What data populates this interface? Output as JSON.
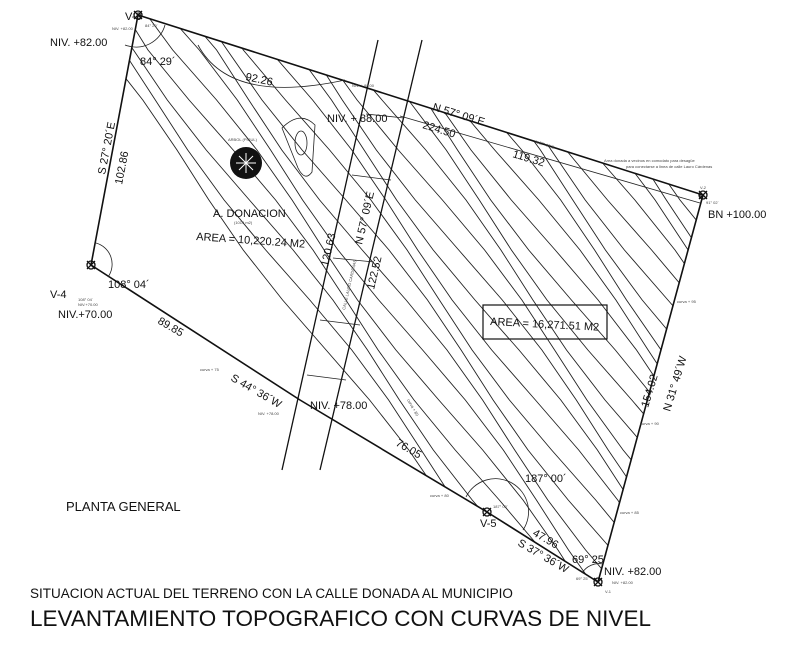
{
  "vertices": {
    "v1": {
      "label": "V-1",
      "level": "NIV. +82.00",
      "angle": "69° 25´",
      "level_small": "NIV. +82.00",
      "angle_small": "69° 25´"
    },
    "v2": {
      "label": "V-2",
      "level": "BN +100.00",
      "angle_small": "91° 02´"
    },
    "v3": {
      "label": "V-3",
      "level": "NIV. +82.00",
      "angle": "84° 29´",
      "angle_small": "84° 29´",
      "level_small": "NIV. +82.00"
    },
    "v4": {
      "label": "V-4",
      "level": "NIV.+70.00",
      "angle": "108° 04´",
      "angle_small": "108° 04´",
      "level_small": "NIV.+70.00"
    },
    "v5": {
      "label": "V-5",
      "angle": "187° 00´",
      "angle_small": "187° 00´"
    }
  },
  "levels": {
    "road_top": "NIV. + 88.00",
    "road_top_small": "NIV. + 88.00",
    "road_bottom": "NIV. +78.00",
    "road_bottom_small": "NIV. +78.00"
  },
  "bearings": {
    "north_top": "N 57° 09´E",
    "north_top_small": "N 57° 09´E",
    "west": "S 27° 20´E",
    "road": "N 57° 09´E",
    "south_left": "S 44° 36´W",
    "south_right": "S 37° 36´W",
    "east": "N 31° 49´W"
  },
  "distances": {
    "d1": "92.26",
    "d2": "224.50",
    "d3": "119.32",
    "d4": "102.86",
    "d5": "120.63",
    "d6": "122.52",
    "d7": "89.85",
    "d8": "76.05",
    "d9": "47.96",
    "d10": "154.02"
  },
  "curves": {
    "c75": "curva + 75",
    "c80": "curva + 80",
    "c85": "curva + 85",
    "c90": "curva + 90",
    "c95": "curva + 95"
  },
  "areas": {
    "donation_title": "A. DONACION",
    "donation_sub": "(1019 m2)",
    "donation_area": "AREA = 10,220.24 M2",
    "main_area": "AREA = 16,271.51 M2"
  },
  "street": "CALLE LAURO CARDENAS",
  "tree": "ARBOL (PIRUL)",
  "note": {
    "line1": "Area donada a vecinos en comodato para desagüe",
    "line2": "para conectarse a linea de calle Lauro Cárdenas"
  },
  "plan_label": "PLANTA GENERAL",
  "subtitle": "SITUACION ACTUAL DEL TERRENO CON LA CALLE DONADA AL MUNICIPIO",
  "title": "LEVANTAMIENTO TOPOGRAFICO CON CURVAS DE NIVEL"
}
